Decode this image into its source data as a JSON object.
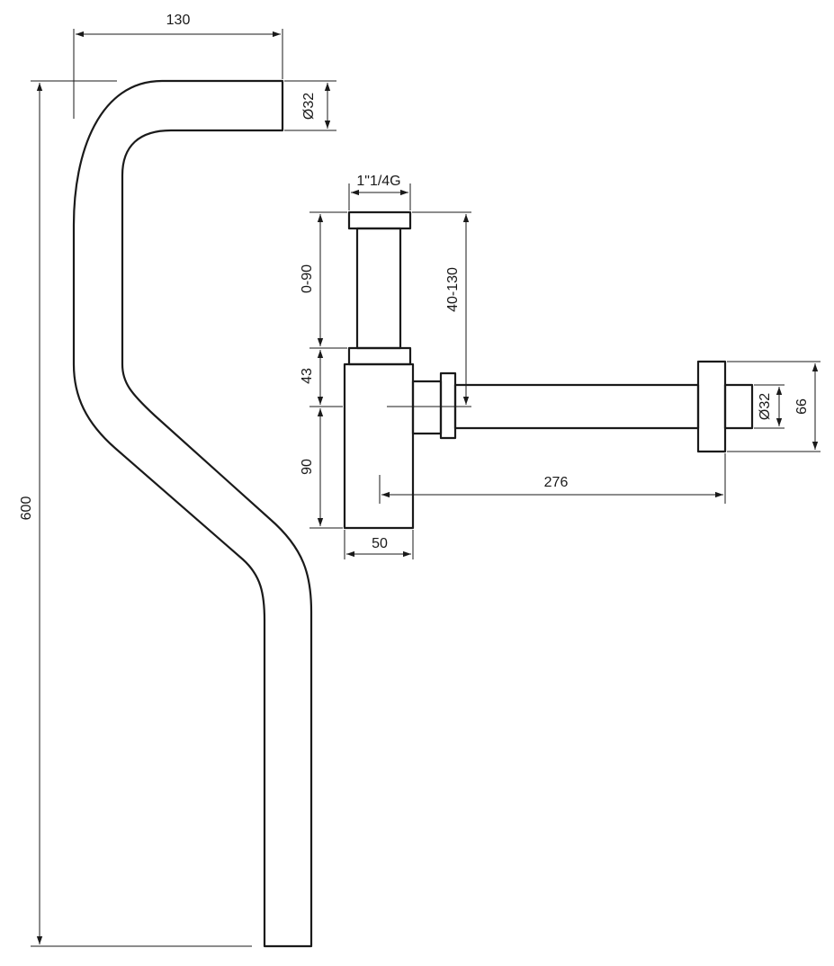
{
  "drawing": {
    "dimensions": {
      "pipe_top_width": "130",
      "pipe_diameter": "Ø32",
      "pipe_total_height": "600",
      "thread_size": "1\"1/4G",
      "tail_adjust_range": "0-90",
      "nut_height": "43",
      "body_height": "90",
      "body_width": "50",
      "outlet_height_range": "40-130",
      "outlet_length": "276",
      "outlet_diameter": "Ø32",
      "flange_diameter": "66"
    }
  }
}
